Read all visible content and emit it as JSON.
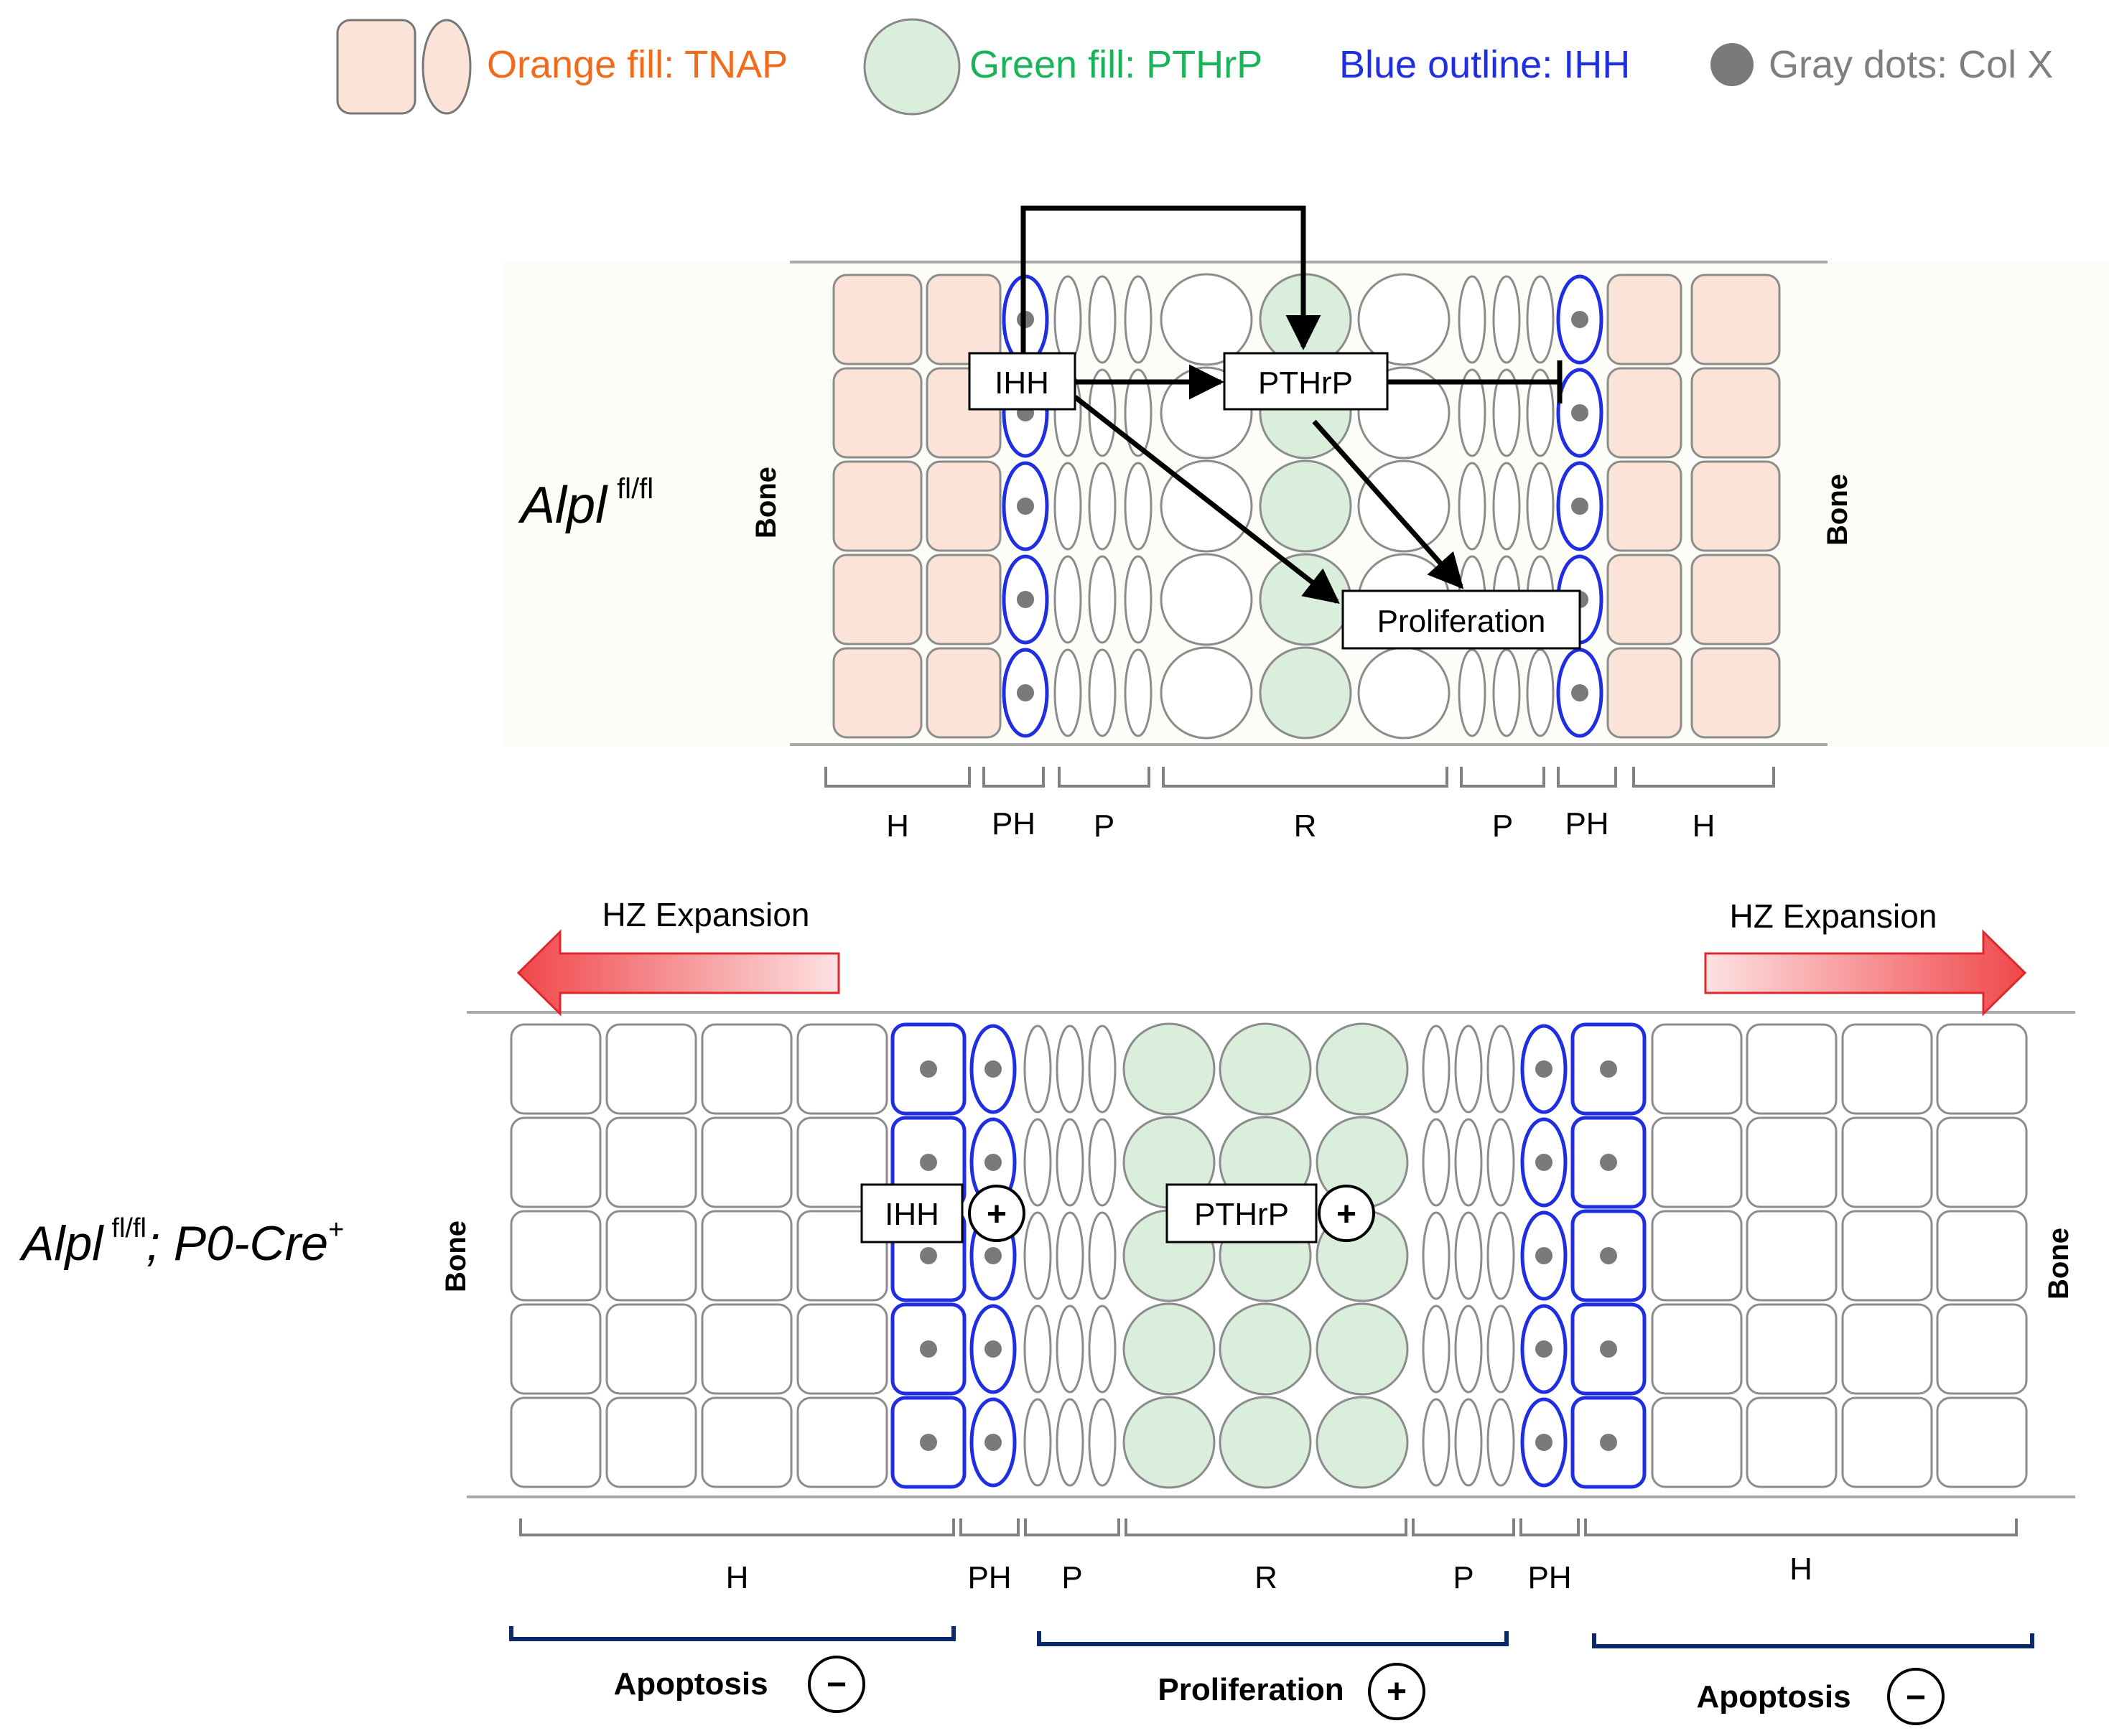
{
  "legend": {
    "orange": "Orange fill: TNAP",
    "green": "Green fill: PTHrP",
    "blue": "Blue outline: IHH",
    "gray": "Gray dots: Col X"
  },
  "top": {
    "genotype": "Alpl",
    "genotype_sup": "fl/fl",
    "bone_left": "Bone",
    "bone_right": "Bone",
    "box_ihh": "IHH",
    "box_pthrp": "PTHrP",
    "box_prolif": "Proliferation",
    "zones": [
      "H",
      "PH",
      "P",
      "R",
      "P",
      "PH",
      "H"
    ]
  },
  "bottom": {
    "genotype": "Alpl",
    "genotype_sup": "fl/fl",
    "genotype_rest": "; P0-Cre",
    "genotype_rest_sup": "+",
    "bone_left": "Bone",
    "bone_right": "Bone",
    "hz_left": "HZ Expansion",
    "hz_right": "HZ Expansion",
    "box_ihh": "IHH",
    "box_pthrp": "PTHrP",
    "zones": [
      "H",
      "PH",
      "P",
      "R",
      "P",
      "PH",
      "H"
    ],
    "outcome_left": "Apoptosis",
    "outcome_mid": "Proliferation",
    "outcome_right": "Apoptosis"
  },
  "signs": {
    "plus": "+",
    "minus": "−"
  },
  "colors": {
    "tnap_fill": "#fbe3d8",
    "pthrp_fill": "#d9eedb",
    "ihh_outline": "#1f2ee0",
    "colx_dot": "#7a7a7a",
    "legend_orange": "#f26b1d",
    "legend_green": "#19b45a",
    "legend_blue": "#1f2ee0",
    "legend_gray": "#7f7f7f",
    "arrow_red": "#f0474b",
    "bracket_navy": "#0b2a6b",
    "panel_bg": "#fdfdf8"
  }
}
